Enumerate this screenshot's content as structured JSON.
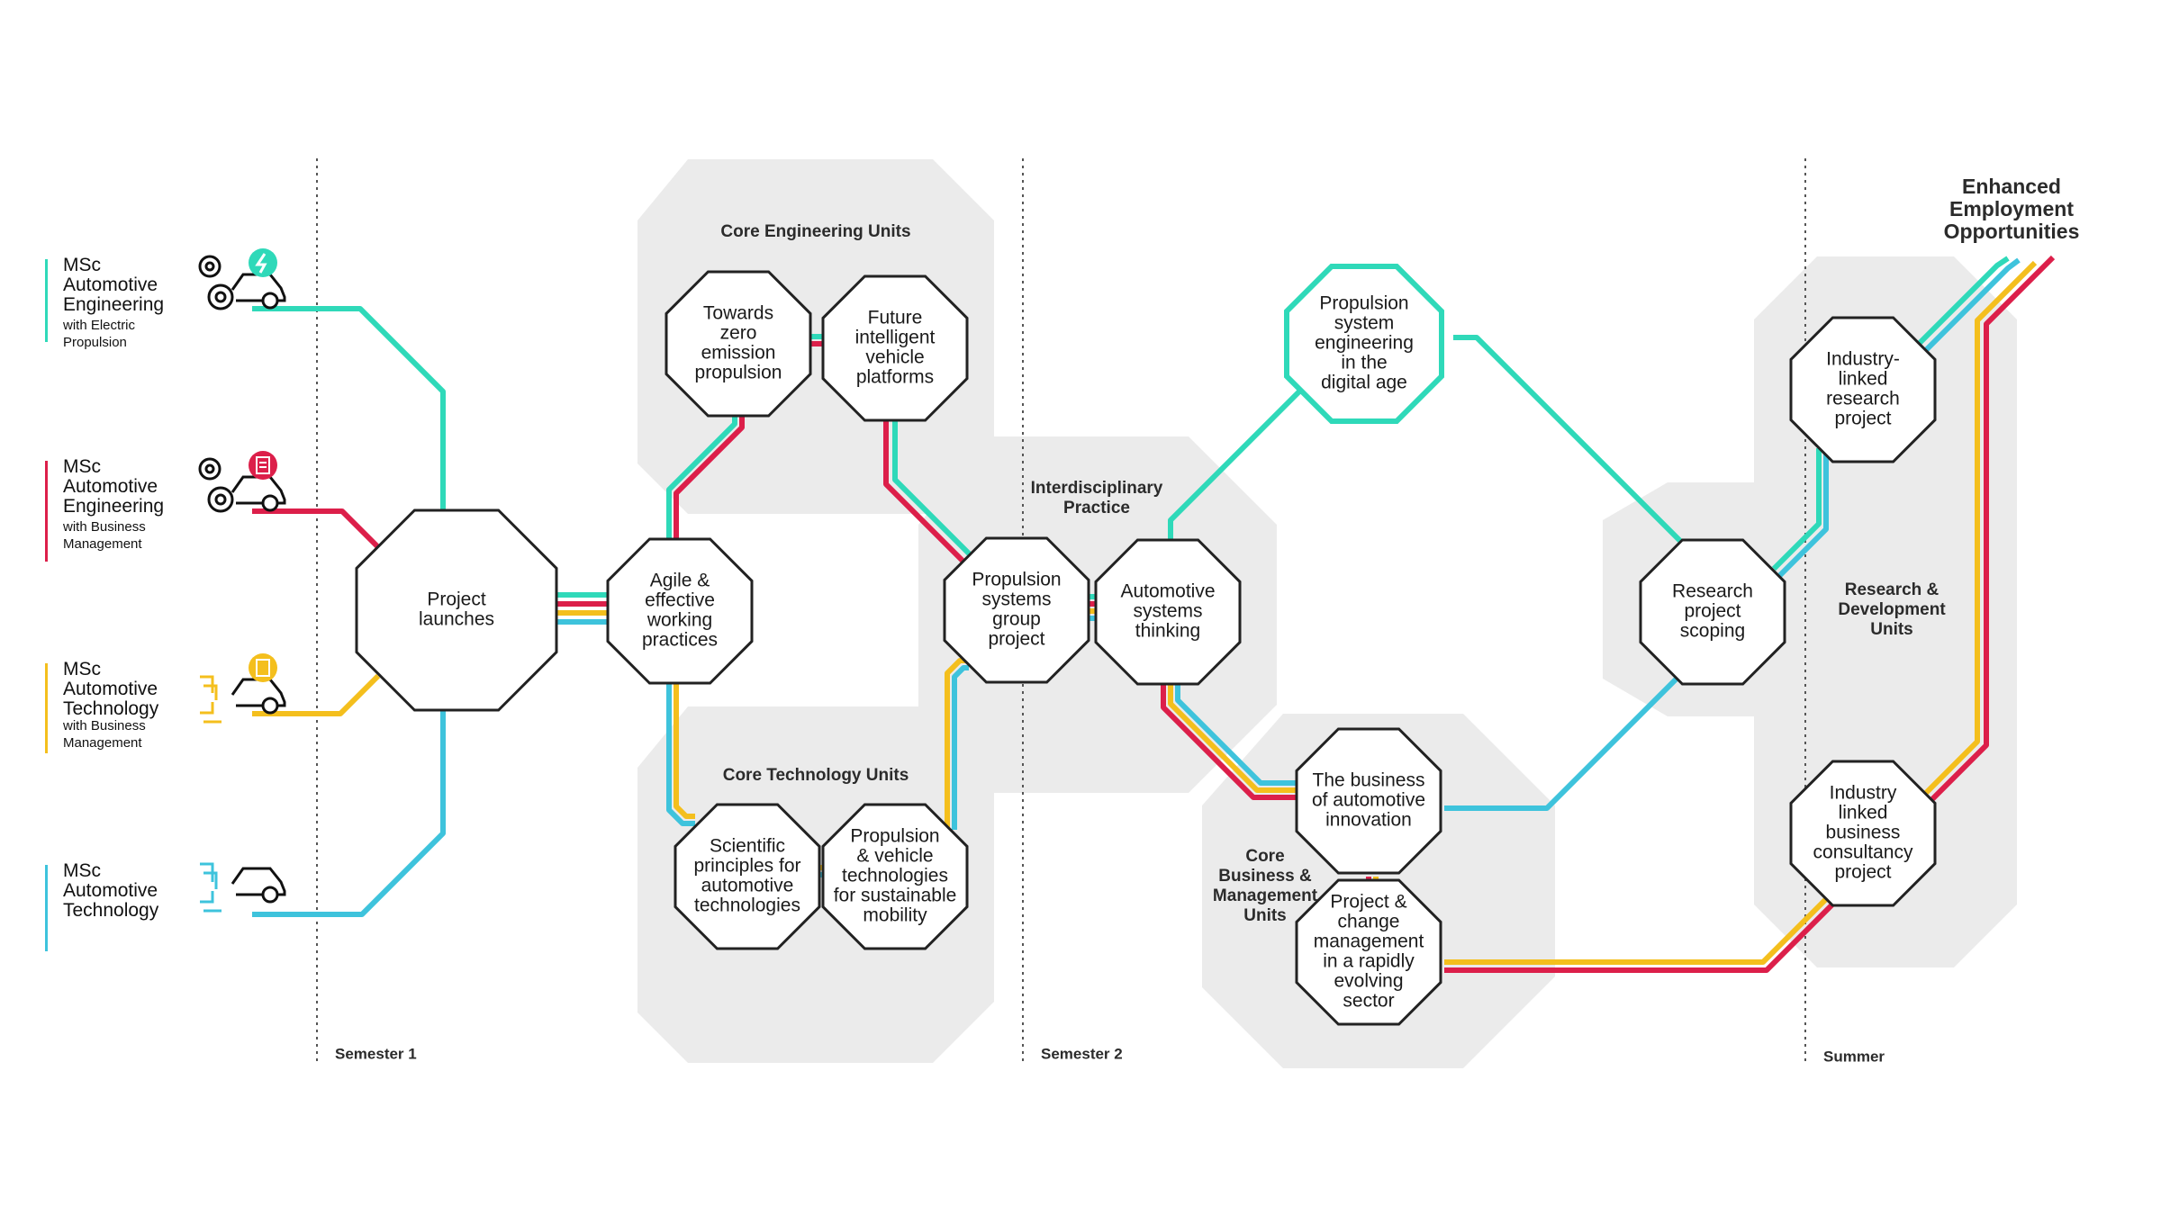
{
  "colors": {
    "teal": "#2fd9b9",
    "red": "#dc1f4a",
    "yellow": "#f4bf1d",
    "blue": "#3ec3dc",
    "group_fill": "#ebebeb",
    "node_stroke": "#222222",
    "divider": "#555555"
  },
  "programmes": [
    {
      "title": "MSc\nAutomotive\nEngineering",
      "subtitle": "with Electric\nPropulsion",
      "color": "teal",
      "icon": "gears-car-lightning-icon"
    },
    {
      "title": "MSc\nAutomotive\nEngineering",
      "subtitle": "with Business\nManagement",
      "color": "red",
      "icon": "gears-car-clipboard-icon"
    },
    {
      "title": "MSc\nAutomotive\nTechnology",
      "subtitle": "with Business\nManagement",
      "color": "yellow",
      "icon": "circuit-car-clipboard-icon"
    },
    {
      "title": "MSc\nAutomotive\nTechnology",
      "subtitle": "",
      "color": "blue",
      "icon": "circuit-car-icon"
    }
  ],
  "semesters": [
    "Semester 1",
    "Semester 2",
    "Summer"
  ],
  "groups": {
    "core_engineering": "Core Engineering Units",
    "core_technology": "Core Technology Units",
    "interdisciplinary": "Interdisciplinary\nPractice",
    "core_business": "Core\nBusiness &\nManagement\nUnits",
    "research_development": "Research &\nDevelopment\nUnits"
  },
  "nodes": {
    "project_launches": "Project\nlaunches",
    "agile": "Agile &\neffective\nworking\npractices",
    "towards_zero": "Towards\nzero\nemission\npropulsion",
    "future_intelligent": "Future\nintelligent\nvehicle\nplatforms",
    "scientific_principles": "Scientific\nprinciples for\nautomotive\ntechnologies",
    "propulsion_vehicle_tech": "Propulsion\n& vehicle\ntechnologies\nfor sustainable\nmobility",
    "propulsion_group_project": "Propulsion\nsystems\ngroup\nproject",
    "automotive_systems_thinking": "Automotive\nsystems\nthinking",
    "propulsion_digital_age": "Propulsion\nsystem\nengineering\nin the\ndigital age",
    "business_innovation": "The business\nof automotive\ninnovation",
    "project_change_management": "Project &\nchange\nmanagement\nin a rapidly\nevolving\nsector",
    "research_scoping": "Research\nproject\nscoping",
    "industry_research": "Industry-\nlinked\nresearch\nproject",
    "industry_consultancy": "Industry\nlinked\nbusiness\nconsultancy\nproject"
  },
  "outcome": "Enhanced\nEmployment\nOpportunities"
}
